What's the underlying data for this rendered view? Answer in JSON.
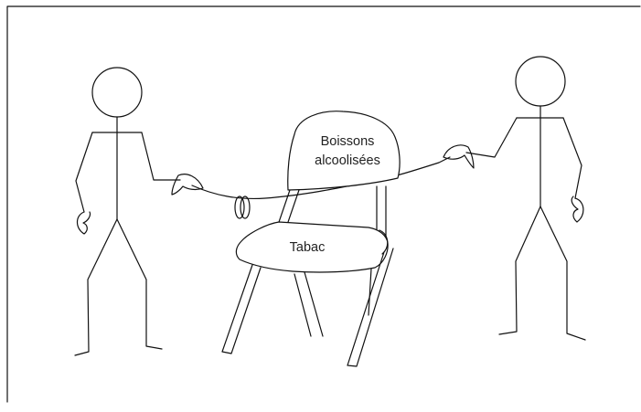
{
  "labels": {
    "backrest_line1": "Boissons",
    "backrest_line2": "alcoolisées",
    "seat": "Tabac"
  }
}
